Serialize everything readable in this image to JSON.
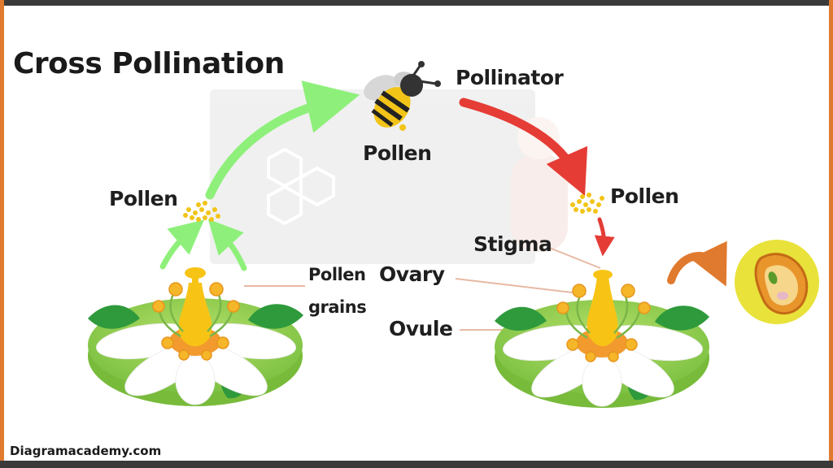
{
  "title": "Cross Pollination",
  "labels": {
    "pollen_left": "Pollen",
    "pollinator": "Pollinator",
    "pollen_bee": "Pollen",
    "pollen_right": "Pollen",
    "stigma": "Stigma",
    "pollen_grains_line1": "Pollen",
    "pollen_grains_line2": "grains",
    "ovary": "Ovary",
    "ovule": "Ovule"
  },
  "footer": "Diagramacademy.com",
  "colors": {
    "frame_dark": "#3a3a3a",
    "frame_accent": "#e07a2e",
    "arrow_green": "#8ef07a",
    "arrow_red": "#e53c36",
    "arrow_orange": "#e07a2e",
    "petal": "#ffffff",
    "pad": "#7cc142",
    "pollen": "#f2c418"
  },
  "icons": [
    "bee-icon",
    "flower-icon",
    "seed-icon",
    "arrow-icon"
  ]
}
